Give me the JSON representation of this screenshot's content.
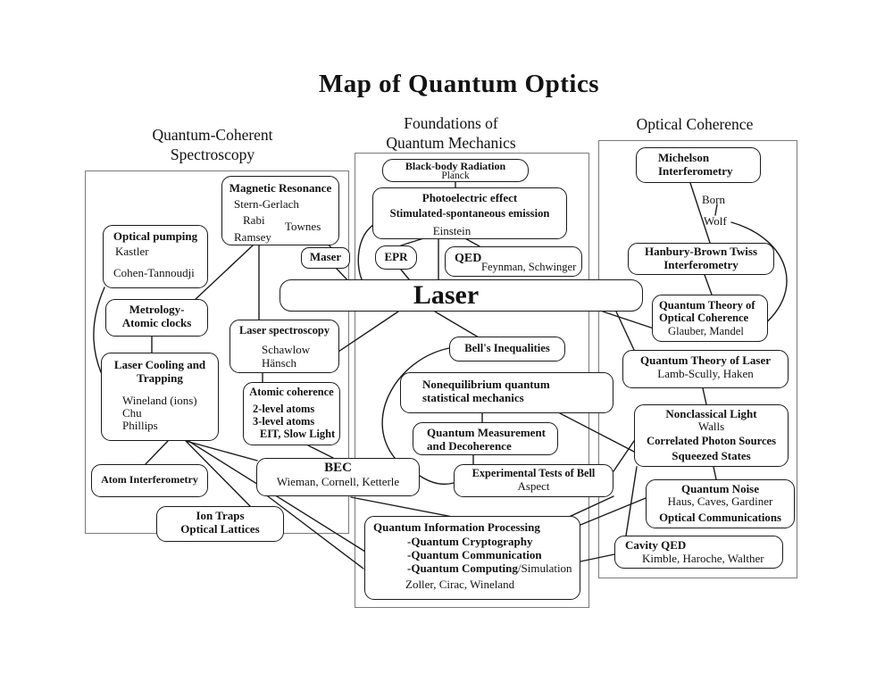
{
  "page_title": "Map of Quantum Optics",
  "sections": {
    "left": {
      "line1": "Quantum-Coherent",
      "line2": "Spectroscopy"
    },
    "center": {
      "line1": "Foundations of",
      "line2": "Quantum Mechanics"
    },
    "right": {
      "line1": "Optical Coherence"
    }
  },
  "nodes": {
    "magnetic_resonance": {
      "title": "Magnetic Resonance",
      "p1": "Stern-Gerlach",
      "p2": "Rabi",
      "p3": "Townes",
      "p4": "Ramsey"
    },
    "optical_pumping": {
      "title": "Optical pumping",
      "p1": "Kastler",
      "p2": "Cohen-Tannoudji"
    },
    "maser": {
      "title": "Maser"
    },
    "metrology": {
      "line1": "Metrology-",
      "line2": "Atomic clocks"
    },
    "laser_cooling": {
      "line1": "Laser Cooling and",
      "line2": "Trapping",
      "p1": "Wineland (ions)",
      "p2": "Chu",
      "p3": "Phillips"
    },
    "laser_spectroscopy": {
      "title": "Laser spectroscopy",
      "p1": "Schawlow",
      "p2": "Hänsch"
    },
    "atomic_coherence": {
      "title": "Atomic coherence",
      "line1": "2-level atoms",
      "line2": "3-level atoms",
      "line3": "EIT, Slow Light"
    },
    "atom_interferometry": {
      "title": "Atom Interferometry"
    },
    "bec": {
      "title": "BEC",
      "p1": "Wieman, Cornell, Ketterle"
    },
    "ion_traps": {
      "line1": "Ion Traps",
      "line2": "Optical Lattices"
    },
    "black_body": {
      "title": "Black-body Radiation",
      "p1": "Planck"
    },
    "photoelectric": {
      "line1": "Photoelectric effect",
      "line2": "Stimulated-spontaneous emission",
      "p1": "Einstein"
    },
    "epr": {
      "title": "EPR"
    },
    "qed": {
      "title": "QED",
      "p1": "Feynman, Schwinger"
    },
    "laser": {
      "title": "Laser"
    },
    "bells_inequalities": {
      "title": "Bell's Inequalities"
    },
    "nonequilibrium": {
      "line1": "Nonequilibrium quantum",
      "line2": "statistical mechanics"
    },
    "quantum_measurement": {
      "line1": "Quantum Measurement",
      "line2": "and Decoherence"
    },
    "experimental_tests": {
      "title": "Experimental Tests of Bell",
      "p1": "Aspect"
    },
    "qip": {
      "title": "Quantum Information Processing",
      "line1": "-Quantum Cryptography",
      "line2": "-Quantum Communication",
      "line3_bold": "-Quantum Computing",
      "line3_reg": "/Simulation",
      "p1": "Zoller, Cirac, Wineland"
    },
    "michelson": {
      "line1": "Michelson",
      "line2": "Interferometry"
    },
    "hanbury_brown_twiss": {
      "line1": "Hanbury-Brown Twiss",
      "line2": "Interferometry"
    },
    "qtoc": {
      "line1": "Quantum Theory of",
      "line2": "Optical Coherence",
      "p1": "Glauber, Mandel"
    },
    "qtl": {
      "title": "Quantum Theory of Laser",
      "p1": "Lamb-Scully, Haken"
    },
    "nonclassical_light": {
      "title": "Nonclassical Light",
      "p1": "Walls",
      "line1": "Correlated Photon Sources",
      "line2": "Squeezed States"
    },
    "quantum_noise": {
      "title": "Quantum Noise",
      "p1": "Haus, Caves, Gardiner",
      "line1": "Optical Communications"
    },
    "cavity_qed": {
      "title": "Cavity QED",
      "p1": "Kimble, Haroche, Walther"
    }
  },
  "labels": {
    "born": "Born",
    "wolf": "Wolf"
  },
  "edges": [
    {
      "from": "magnetic_resonance",
      "to": "metrology"
    },
    {
      "from": "magnetic_resonance",
      "to": "laser_spectroscopy"
    },
    {
      "from": "townes",
      "to": "maser"
    },
    {
      "from": "maser",
      "to": "laser"
    },
    {
      "from": "optical_pumping",
      "to": "laser_cooling"
    },
    {
      "from": "metrology",
      "to": "laser_cooling"
    },
    {
      "from": "laser_cooling",
      "to": "atom_interferometry"
    },
    {
      "from": "laser_cooling",
      "to": "bec"
    },
    {
      "from": "laser_cooling",
      "to": "ion_traps"
    },
    {
      "from": "laser_cooling",
      "to": "qip"
    },
    {
      "from": "bec",
      "to": "qip"
    },
    {
      "from": "laser_spectroscopy",
      "to": "atomic_coherence"
    },
    {
      "from": "atomic_coherence",
      "to": "bec"
    },
    {
      "from": "laser",
      "to": "laser_spectroscopy"
    },
    {
      "from": "black_body",
      "to": "photoelectric"
    },
    {
      "from": "photoelectric",
      "to": "epr"
    },
    {
      "from": "photoelectric",
      "to": "qed"
    },
    {
      "from": "photoelectric",
      "to": "laser"
    },
    {
      "from": "epr",
      "to": "laser"
    },
    {
      "from": "laser",
      "to": "bells_inequalities"
    },
    {
      "from": "bells_inequalities",
      "to": "bec"
    },
    {
      "from": "nonequilibrium",
      "to": "quantum_measurement"
    },
    {
      "from": "quantum_measurement",
      "to": "experimental_tests"
    },
    {
      "from": "bec",
      "to": "experimental_tests"
    },
    {
      "from": "nonequilibrium",
      "to": "nonclassical_light"
    },
    {
      "from": "experimental_tests",
      "to": "nonclassical_light"
    },
    {
      "from": "experimental_tests",
      "to": "qip"
    },
    {
      "from": "qip",
      "to": "quantum_noise"
    },
    {
      "from": "qip",
      "to": "cavity_qed"
    },
    {
      "from": "nonclassical_light",
      "to": "cavity_qed"
    },
    {
      "from": "michelson",
      "to": "hanbury_brown_twiss"
    },
    {
      "from": "hanbury_brown_twiss",
      "to": "qtoc"
    },
    {
      "from": "wolf",
      "to": "qtoc"
    },
    {
      "from": "laser",
      "to": "qtoc"
    },
    {
      "from": "laser",
      "to": "qtl"
    },
    {
      "from": "qtl",
      "to": "nonclassical_light"
    },
    {
      "from": "nonclassical_light",
      "to": "quantum_noise"
    }
  ],
  "colors": {
    "ink": "#1a1a1a",
    "box_border": "#1a1a1a",
    "frame": "#7a7a7a",
    "background": "#ffffff"
  }
}
